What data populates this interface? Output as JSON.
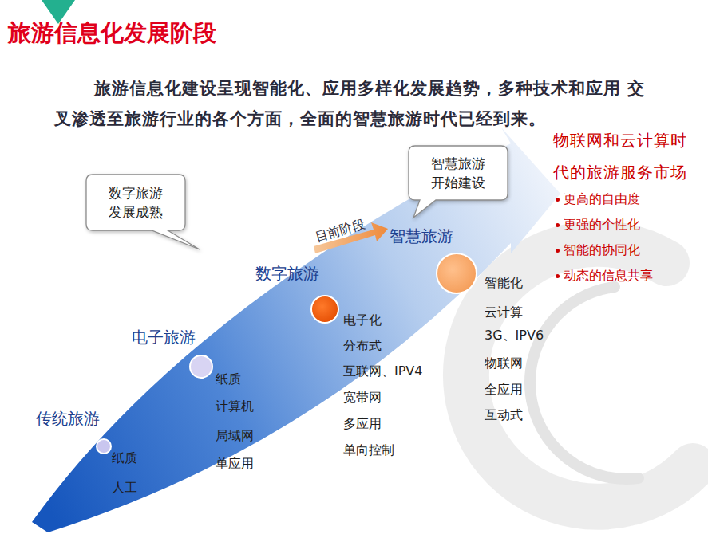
{
  "diagram": {
    "title": "旅游信息化发展阶段",
    "nodes": [
      {
        "text": [
          "数字旅游 发展成熟"
        ]
      },
      {
        "text": [
          "智慧旅游 开始建设"
        ]
      }
    ],
    "labels": [
      "旅游信息化建设呈现智能化、应用多样化发展趋势，多种技术和应用 交叉渗透至旅游行业的各个方面，全面的智慧旅游时代已经到来。",
      "传统旅游",
      "电子旅游",
      "数字旅游",
      "智慧旅游",
      "目前阶段",
      "纸质",
      "人工",
      "纸质",
      "计算机",
      "局域网",
      "单应用",
      "电子化",
      "分布式",
      "互联网、IPV4",
      "宽带网",
      "多应用",
      "单向控制",
      "智能化",
      "云计算",
      "3G、IPV6",
      "物联网",
      "全应用",
      "互动式",
      "物联网和云计算时代的旅游服务市场",
      "更高的自由度",
      "更强的个性化",
      "智能的协同化",
      "动态的信息共享"
    ]
  }
}
